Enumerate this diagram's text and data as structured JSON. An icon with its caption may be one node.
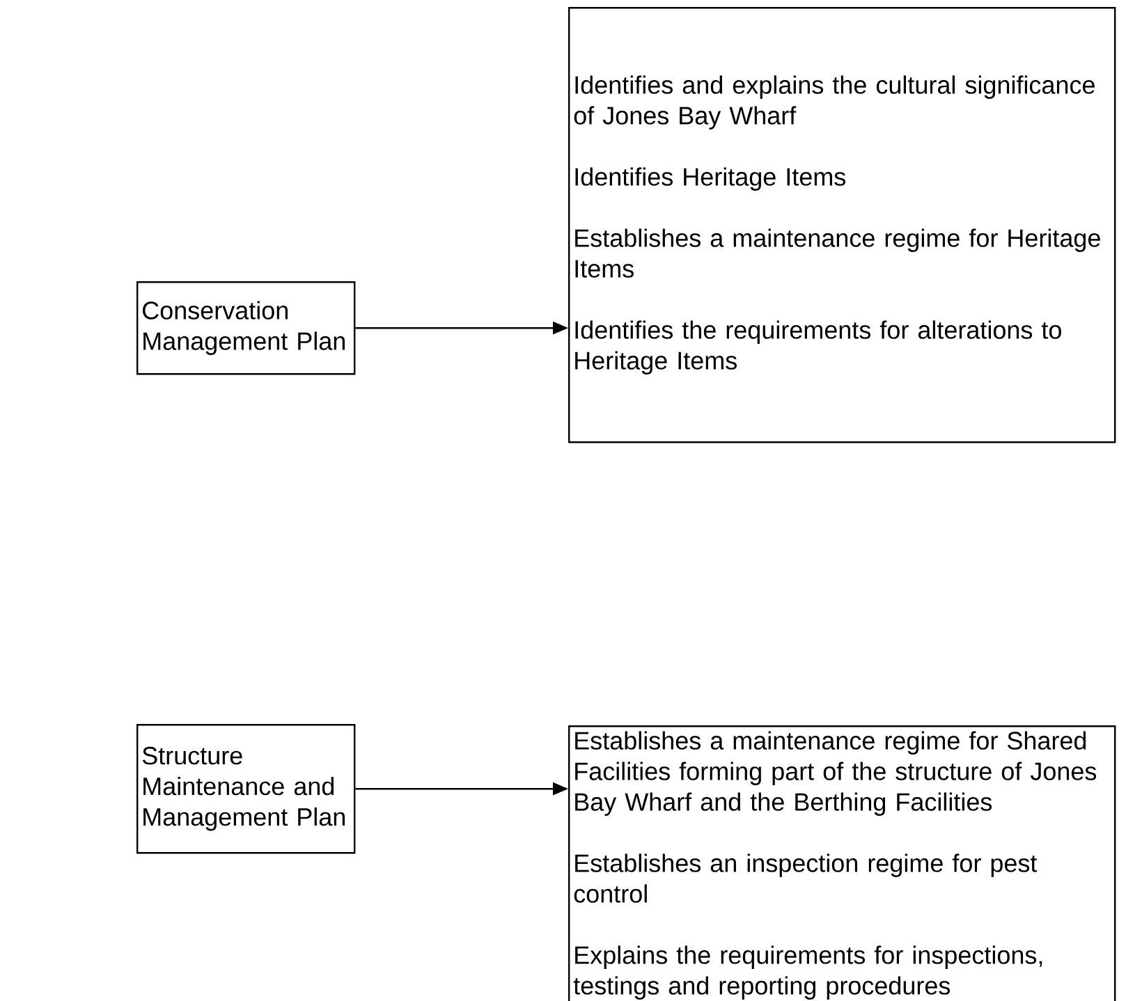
{
  "diagram": {
    "nodes": [
      {
        "text": [
          "Conservation Management Plan"
        ]
      },
      {
        "text": [
          "Identifies and explains the cultural significance of Jones Bay Wharf",
          "Identifies Heritage Items",
          "Establishes a maintenance regime for Heritage Items",
          "Identifies the requirements for alterations to Heritage Items"
        ]
      },
      {
        "text": [
          "Structure Maintenance and Management Plan"
        ]
      },
      {
        "text": [
          "Establishes a maintenance regime for Shared Facilities forming part of the structure of Jones Bay Wharf and the Berthing Facilities",
          "Establishes an inspection regime for pest control",
          "Explains the requirements for inspections, testings and reporting procedures"
        ]
      }
    ],
    "edges": [
      {
        "from": 0,
        "to": 1,
        "arrow": "to"
      },
      {
        "from": 2,
        "to": 3,
        "arrow": "to"
      }
    ]
  }
}
